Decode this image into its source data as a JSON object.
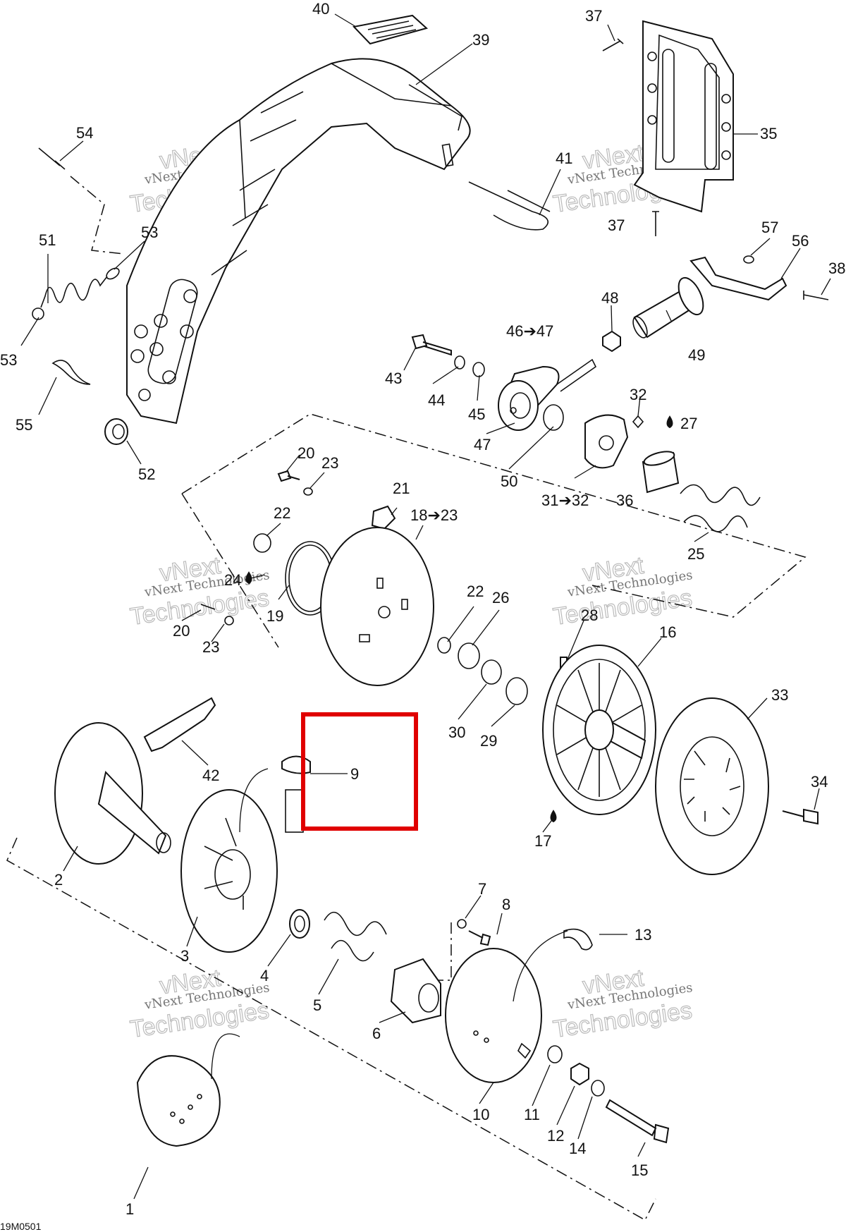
{
  "figure_id": "19M0501",
  "watermark": {
    "line1": "vNext Technologies",
    "line2": "vNext",
    "line3": "Technologies"
  },
  "callouts": [
    "40",
    "37",
    "39",
    "35",
    "54",
    "41",
    "37",
    "53",
    "51",
    "57",
    "56",
    "38",
    "48",
    "53",
    "46➔47",
    "43",
    "49",
    "44",
    "45",
    "32",
    "55",
    "27",
    "47",
    "52",
    "50",
    "31➔32",
    "36",
    "20",
    "23",
    "21",
    "22",
    "18➔23",
    "25",
    "24",
    "19",
    "22",
    "26",
    "20",
    "23",
    "28",
    "16",
    "33",
    "30",
    "29",
    "42",
    "9",
    "34",
    "2",
    "17",
    "7",
    "8",
    "13",
    "3",
    "4",
    "5",
    "6",
    "1",
    "10",
    "11",
    "12",
    "14",
    "15"
  ],
  "highlight": {
    "label": "9",
    "color": "#e00000"
  }
}
